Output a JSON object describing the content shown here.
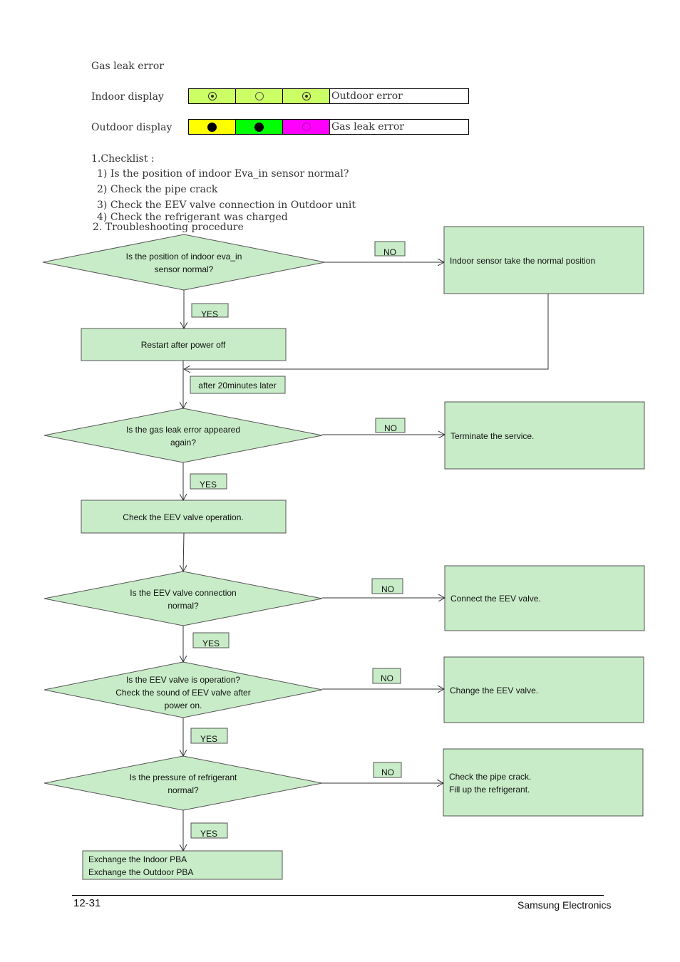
{
  "title": "Gas leak error",
  "indoor_display": {
    "label": "Indoor display",
    "leds": [
      {
        "color": "#ccff66",
        "state": "blink"
      },
      {
        "color": "#ccff66",
        "state": "off"
      },
      {
        "color": "#ccff66",
        "state": "blink"
      }
    ],
    "status": "Outdoor error"
  },
  "outdoor_display": {
    "label": "Outdoor display",
    "leds": [
      {
        "color": "#ffff00",
        "state": "on"
      },
      {
        "color": "#00ff00",
        "state": "on"
      },
      {
        "color": "#ff00ff",
        "state": "off"
      }
    ],
    "status": "Gas leak error"
  },
  "checklist": {
    "heading": "1.Checklist :",
    "items": [
      "1) Is the position of indoor Eva_in sensor normal?",
      "2) Check the pipe crack",
      "3) Check the EEV valve connection in Outdoor unit",
      "4) Check the refrigerant was charged"
    ]
  },
  "procedure_heading": "2. Troubleshooting procedure",
  "flowchart": {
    "decisions": [
      {
        "lines": [
          "Is the position of indoor eva_in",
          "sensor normal?"
        ],
        "no_label": "NO",
        "yes_label": "YES",
        "no_action": [
          "Indoor sensor take the normal position"
        ]
      },
      {
        "lines": [
          "Is the gas leak error appeared",
          "again?"
        ],
        "no_label": "NO",
        "yes_label": "YES",
        "no_action": [
          "Terminate the service."
        ]
      },
      {
        "lines": [
          "Is the EEV valve connection",
          "normal?"
        ],
        "no_label": "NO",
        "yes_label": "YES",
        "no_action": [
          "Connect the EEV valve."
        ]
      },
      {
        "lines": [
          "Is the EEV valve is operation?",
          "Check the sound of EEV valve after",
          "power on."
        ],
        "no_label": "NO",
        "yes_label": "YES",
        "no_action": [
          "Change the EEV valve."
        ]
      },
      {
        "lines": [
          "Is the pressure of  refrigerant",
          "normal?"
        ],
        "no_label": "NO",
        "yes_label": "YES",
        "no_action": [
          "Check the pipe crack.",
          "Fill up the refrigerant."
        ]
      }
    ],
    "restart_box": "Restart after power off",
    "wait_label": "after 20minutes later",
    "check_eev_box": "Check the EEV valve operation.",
    "final_box": [
      "Exchange the Indoor PBA",
      "Exchange the Outdoor PBA"
    ]
  },
  "footer": {
    "page_number": "12-31",
    "company": "Samsung Electronics"
  },
  "colors": {
    "shape_fill": "#c8ecc8",
    "shape_stroke": "#555555",
    "line": "#333333"
  }
}
